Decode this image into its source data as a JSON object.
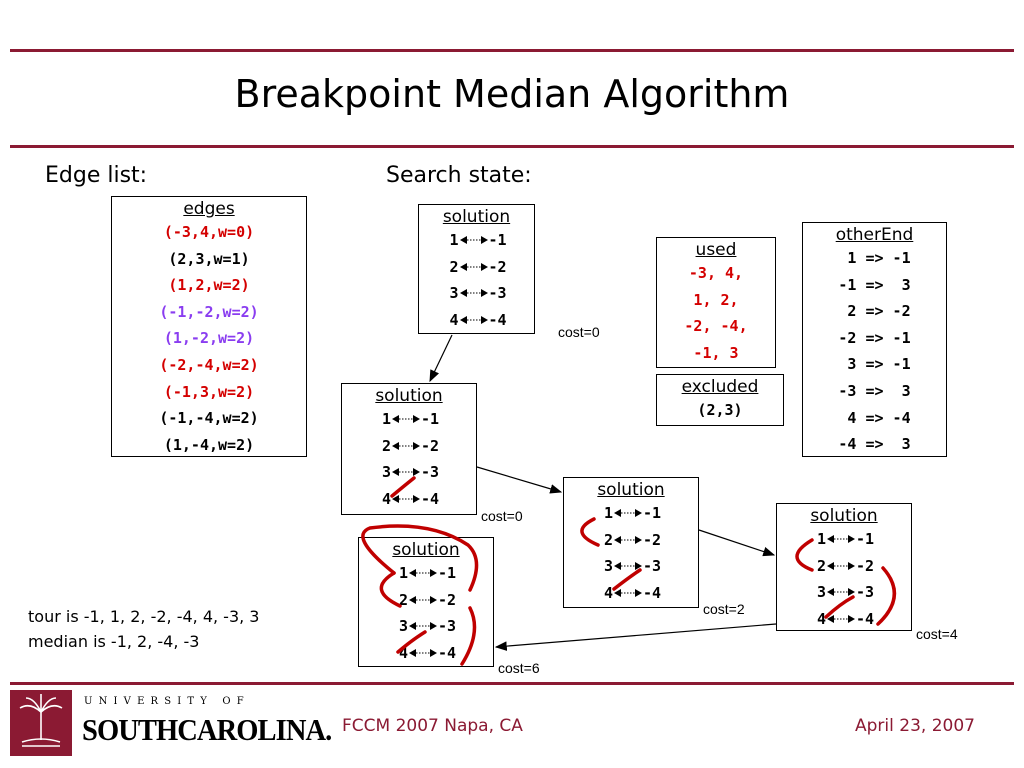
{
  "title": "Breakpoint Median Algorithm",
  "edge_list_heading": "Edge list:",
  "search_state_heading": "Search state:",
  "edges": {
    "title": "edges",
    "items": [
      {
        "text": "(-3,4,w=0)",
        "color": "red"
      },
      {
        "text": "(2,3,w=1)",
        "color": "black"
      },
      {
        "text": "(1,2,w=2)",
        "color": "red"
      },
      {
        "text": "(-1,-2,w=2)",
        "color": "purple"
      },
      {
        "text": "(1,-2,w=2)",
        "color": "purple"
      },
      {
        "text": "(-2,-4,w=2)",
        "color": "red"
      },
      {
        "text": "(-1,3,w=2)",
        "color": "red"
      },
      {
        "text": "(-1,-4,w=2)",
        "color": "black"
      },
      {
        "text": "(1,-4,w=2)",
        "color": "black"
      }
    ]
  },
  "used": {
    "title": "used",
    "items": [
      "-3, 4,",
      "1, 2,",
      "-2, -4,",
      "-1, 3"
    ]
  },
  "excluded": {
    "title": "excluded",
    "items": [
      "(2,3)"
    ]
  },
  "other_end": {
    "title": "otherEnd",
    "items": [
      " 1 => -1",
      "-1 =>  3",
      " 2 => -2",
      "-2 => -1",
      " 3 => -1",
      "-3 =>  3",
      " 4 => -4",
      "-4 =>  3"
    ]
  },
  "solution_title": "solution",
  "pairs": [
    {
      "left": "1",
      "right": "-1"
    },
    {
      "left": "2",
      "right": "-2"
    },
    {
      "left": "3",
      "right": "-3"
    },
    {
      "left": "4",
      "right": "-4"
    }
  ],
  "costs": [
    "cost=0",
    "cost=0",
    "cost=2",
    "cost=4",
    "cost=6"
  ],
  "tour_text": "tour is -1, 1, 2, -2, -4, 4, -3, 3",
  "median_text": "median is -1, 2, -4, -3",
  "logo": {
    "line1": "U N I V E R S I T Y   O F",
    "line2": "SOUTHCAROLINA."
  },
  "footer_left": "FCCM 2007  Napa, CA",
  "footer_right": "April 23, 2007",
  "colors": {
    "accent": "#8b1a33",
    "red": "#d40000",
    "purple": "#8a3df0",
    "curve": "#c00000"
  }
}
